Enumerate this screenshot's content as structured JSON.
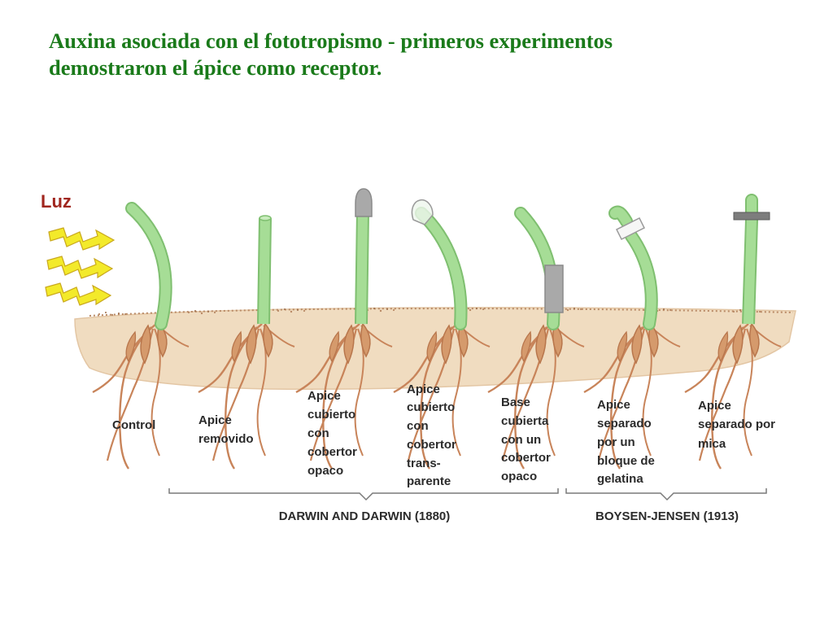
{
  "title": {
    "line1": "Auxina asociada con el fototropismo - primeros experimentos",
    "line2": "demostraron el ápice como receptor."
  },
  "light_label": "Luz",
  "experiments": [
    {
      "lines": [
        "Control"
      ]
    },
    {
      "lines": [
        "Apice",
        "removido"
      ]
    },
    {
      "lines": [
        "Apice",
        "cubierto",
        "con",
        "cobertor",
        "opaco"
      ]
    },
    {
      "lines": [
        "Apice",
        "cubierto",
        "con",
        "cobertor",
        "trans-",
        "parente"
      ]
    },
    {
      "lines": [
        "Base",
        "cubierta",
        "con un",
        "cobertor",
        "opaco"
      ]
    },
    {
      "lines": [
        "Apice",
        "separado",
        "por un",
        "bloque de",
        "gelatina"
      ]
    },
    {
      "lines": [
        "Apice",
        "separado por",
        "mica"
      ]
    }
  ],
  "groups": [
    {
      "label": "DARWIN AND DARWIN (1880)"
    },
    {
      "label": "BOYSEN-JENSEN (1913)"
    }
  ],
  "colors": {
    "title": "#1a7a1a",
    "stem": "#a6dd96",
    "stem_outline": "#7fbf70",
    "soil": "#f0dcc0",
    "root": "#c8845a",
    "opaque_cover": "#a9a9a9",
    "light_arrow": "#f3ea2a",
    "light_label": "#a0261e"
  }
}
